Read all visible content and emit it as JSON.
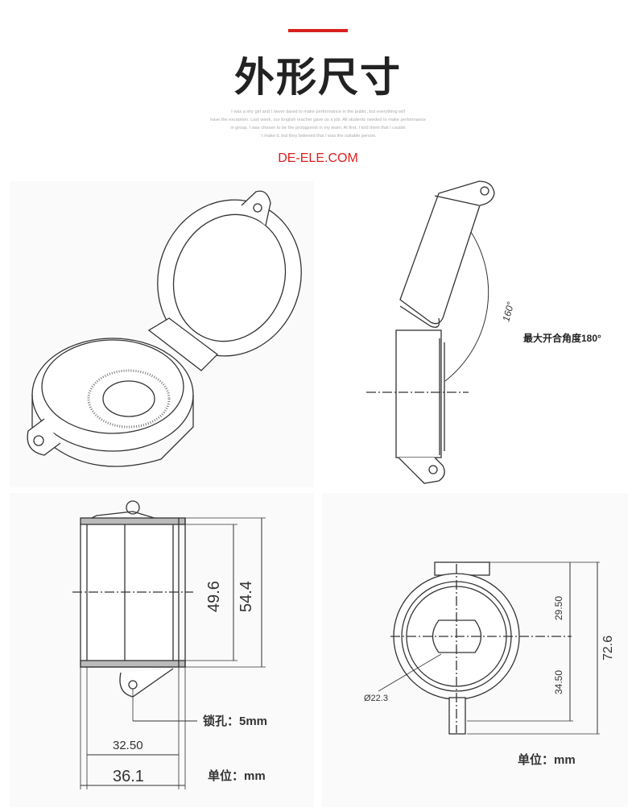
{
  "header": {
    "title": "外形尺寸",
    "intro_lines": [
      "I was a shy girl and I never dared to make performance in the public, but everything will",
      "have the exception. Last week, our English teacher gave us a job. All students needed to make performance",
      "in group. I was chosen to be the protagonist in my team. At first, I told them that I couldn",
      "' t make it, but they believed that I was the suitable person."
    ],
    "website": "DE-ELE.COM",
    "accent_color": "#d9201e"
  },
  "side_view": {
    "angle_label": "160°",
    "max_angle_label": "最大开合角度180°"
  },
  "front_view": {
    "inner_height": "49.6",
    "outer_height": "54.4",
    "lock_hole": "锁孔：5mm",
    "inner_width": "32.50",
    "outer_width": "36.1",
    "unit": "单位：mm"
  },
  "top_view": {
    "upper_dim": "29.50",
    "lower_dim": "34.50",
    "total_dim": "72.6",
    "diameter": "Ø22.3",
    "unit": "单位：mm"
  }
}
